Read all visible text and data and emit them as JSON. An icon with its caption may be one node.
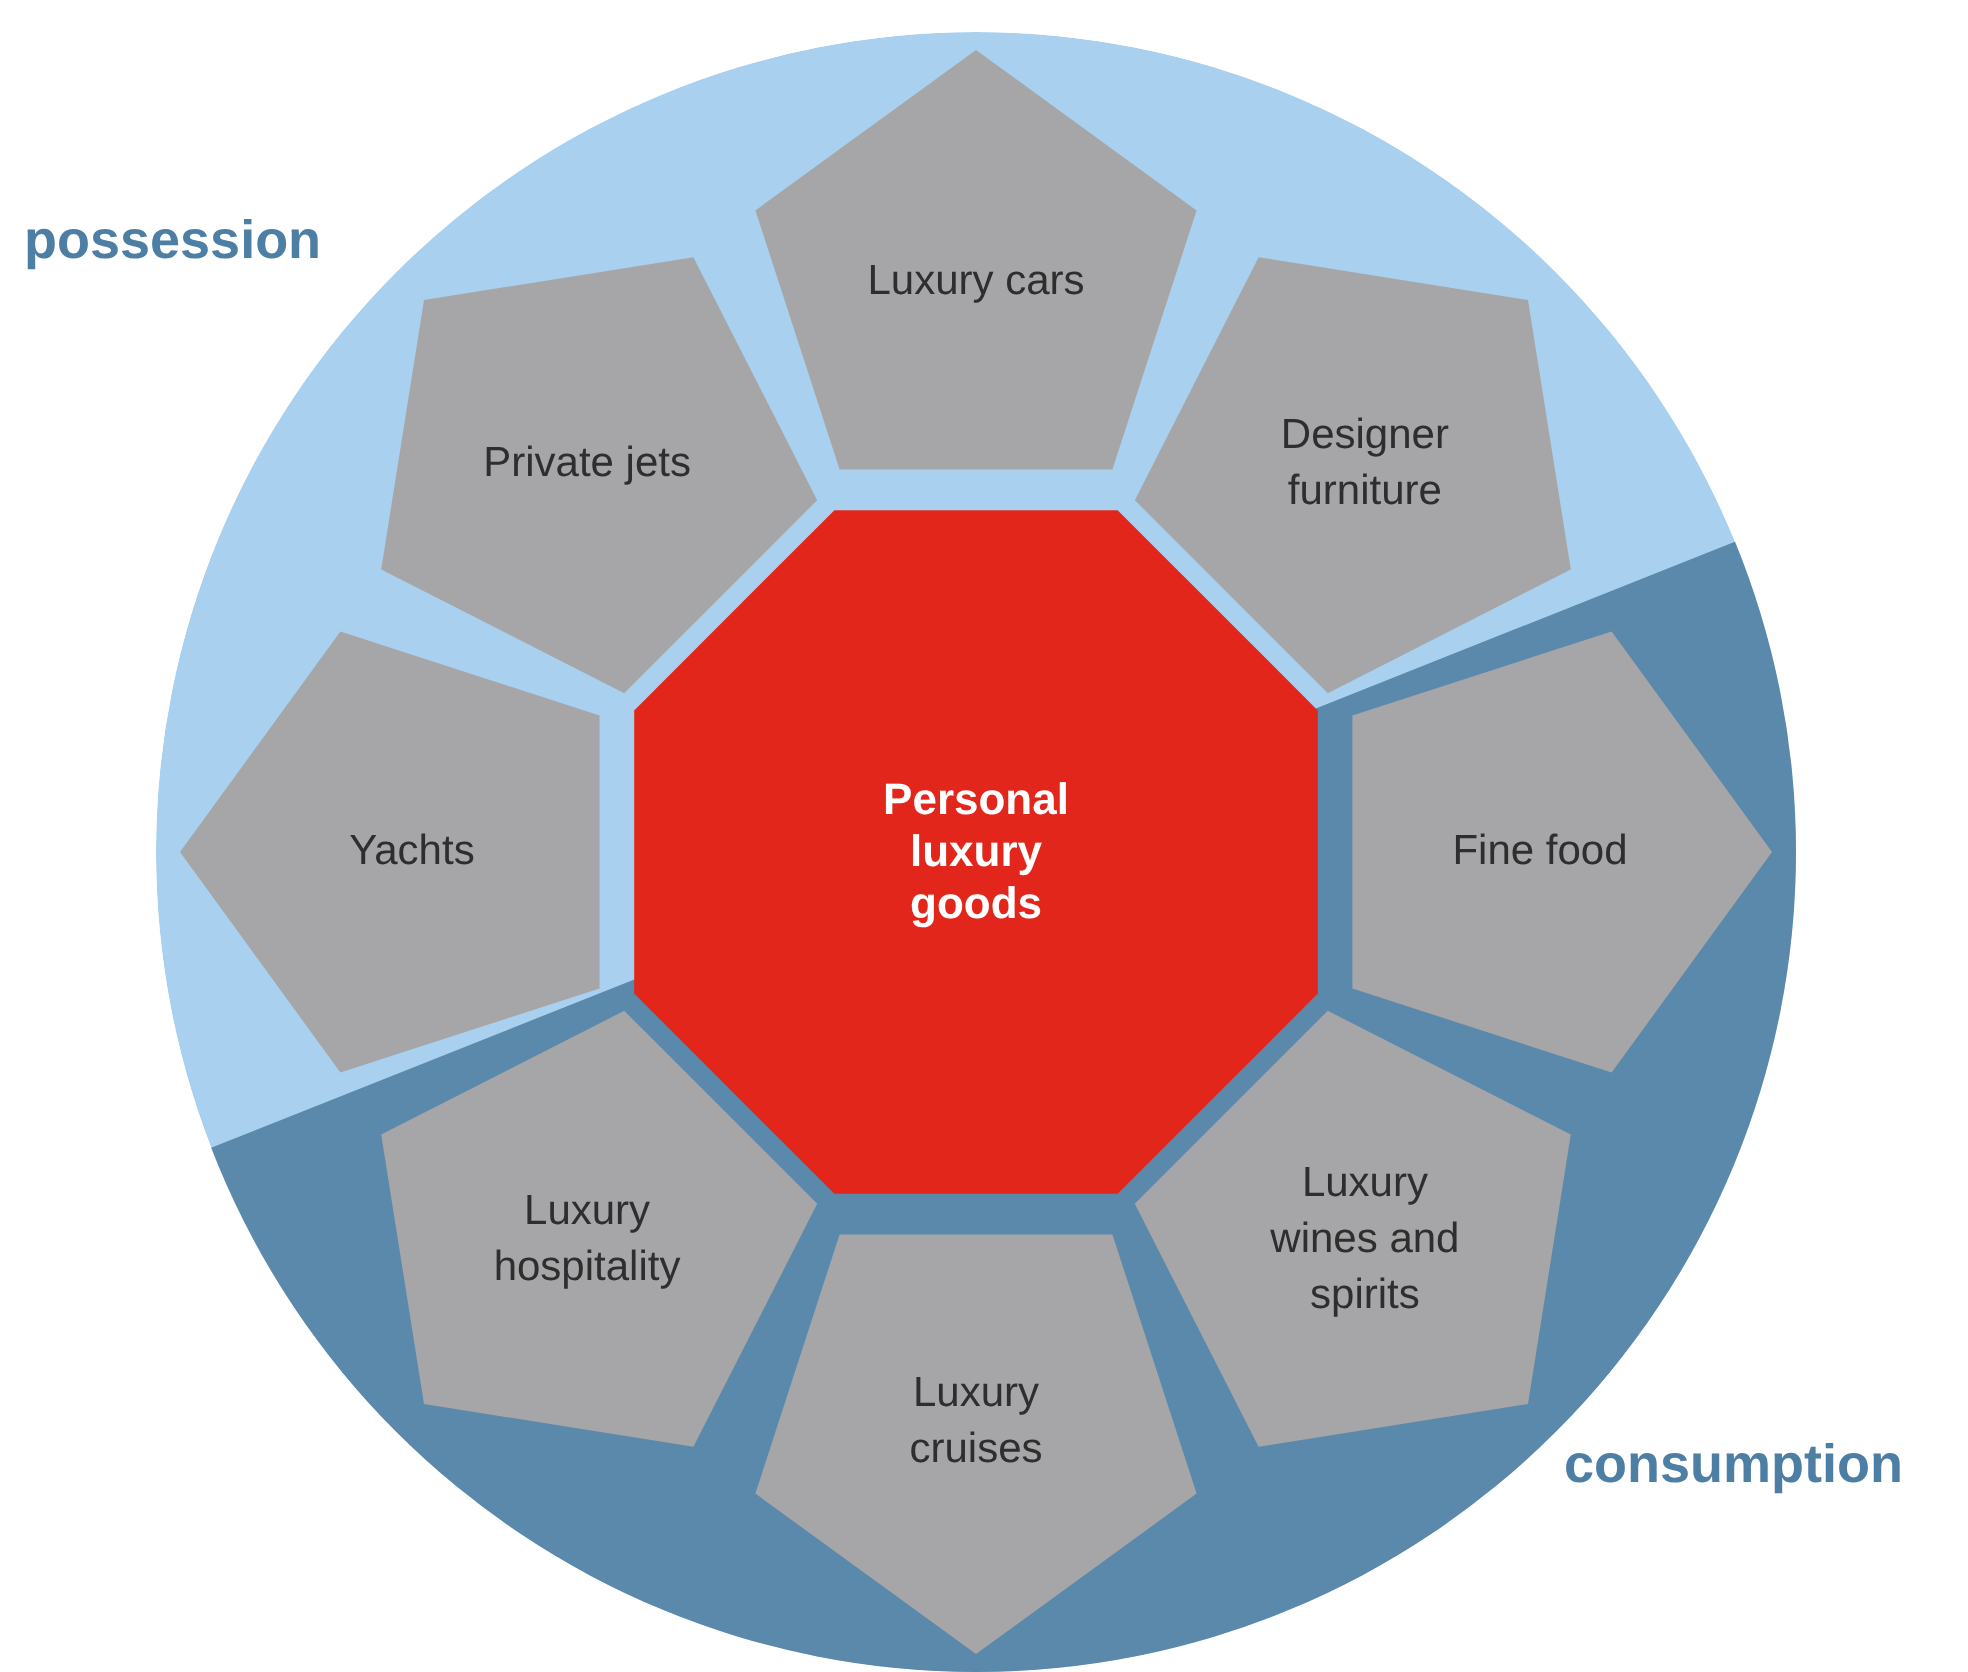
{
  "diagram": {
    "nodes": [
      {
        "text": [
          "Personal luxury goods"
        ]
      },
      {
        "text": [
          "Luxury cars"
        ]
      },
      {
        "text": [
          "Designer furniture"
        ]
      },
      {
        "text": [
          "Fine food"
        ]
      },
      {
        "text": [
          "Luxury wines and spirits"
        ]
      },
      {
        "text": [
          "Luxury cruises"
        ]
      },
      {
        "text": [
          "Luxury hospitality"
        ]
      },
      {
        "text": [
          "Yachts"
        ]
      },
      {
        "text": [
          "Private jets"
        ]
      }
    ],
    "labels": [
      "possession",
      "consumption"
    ]
  }
}
